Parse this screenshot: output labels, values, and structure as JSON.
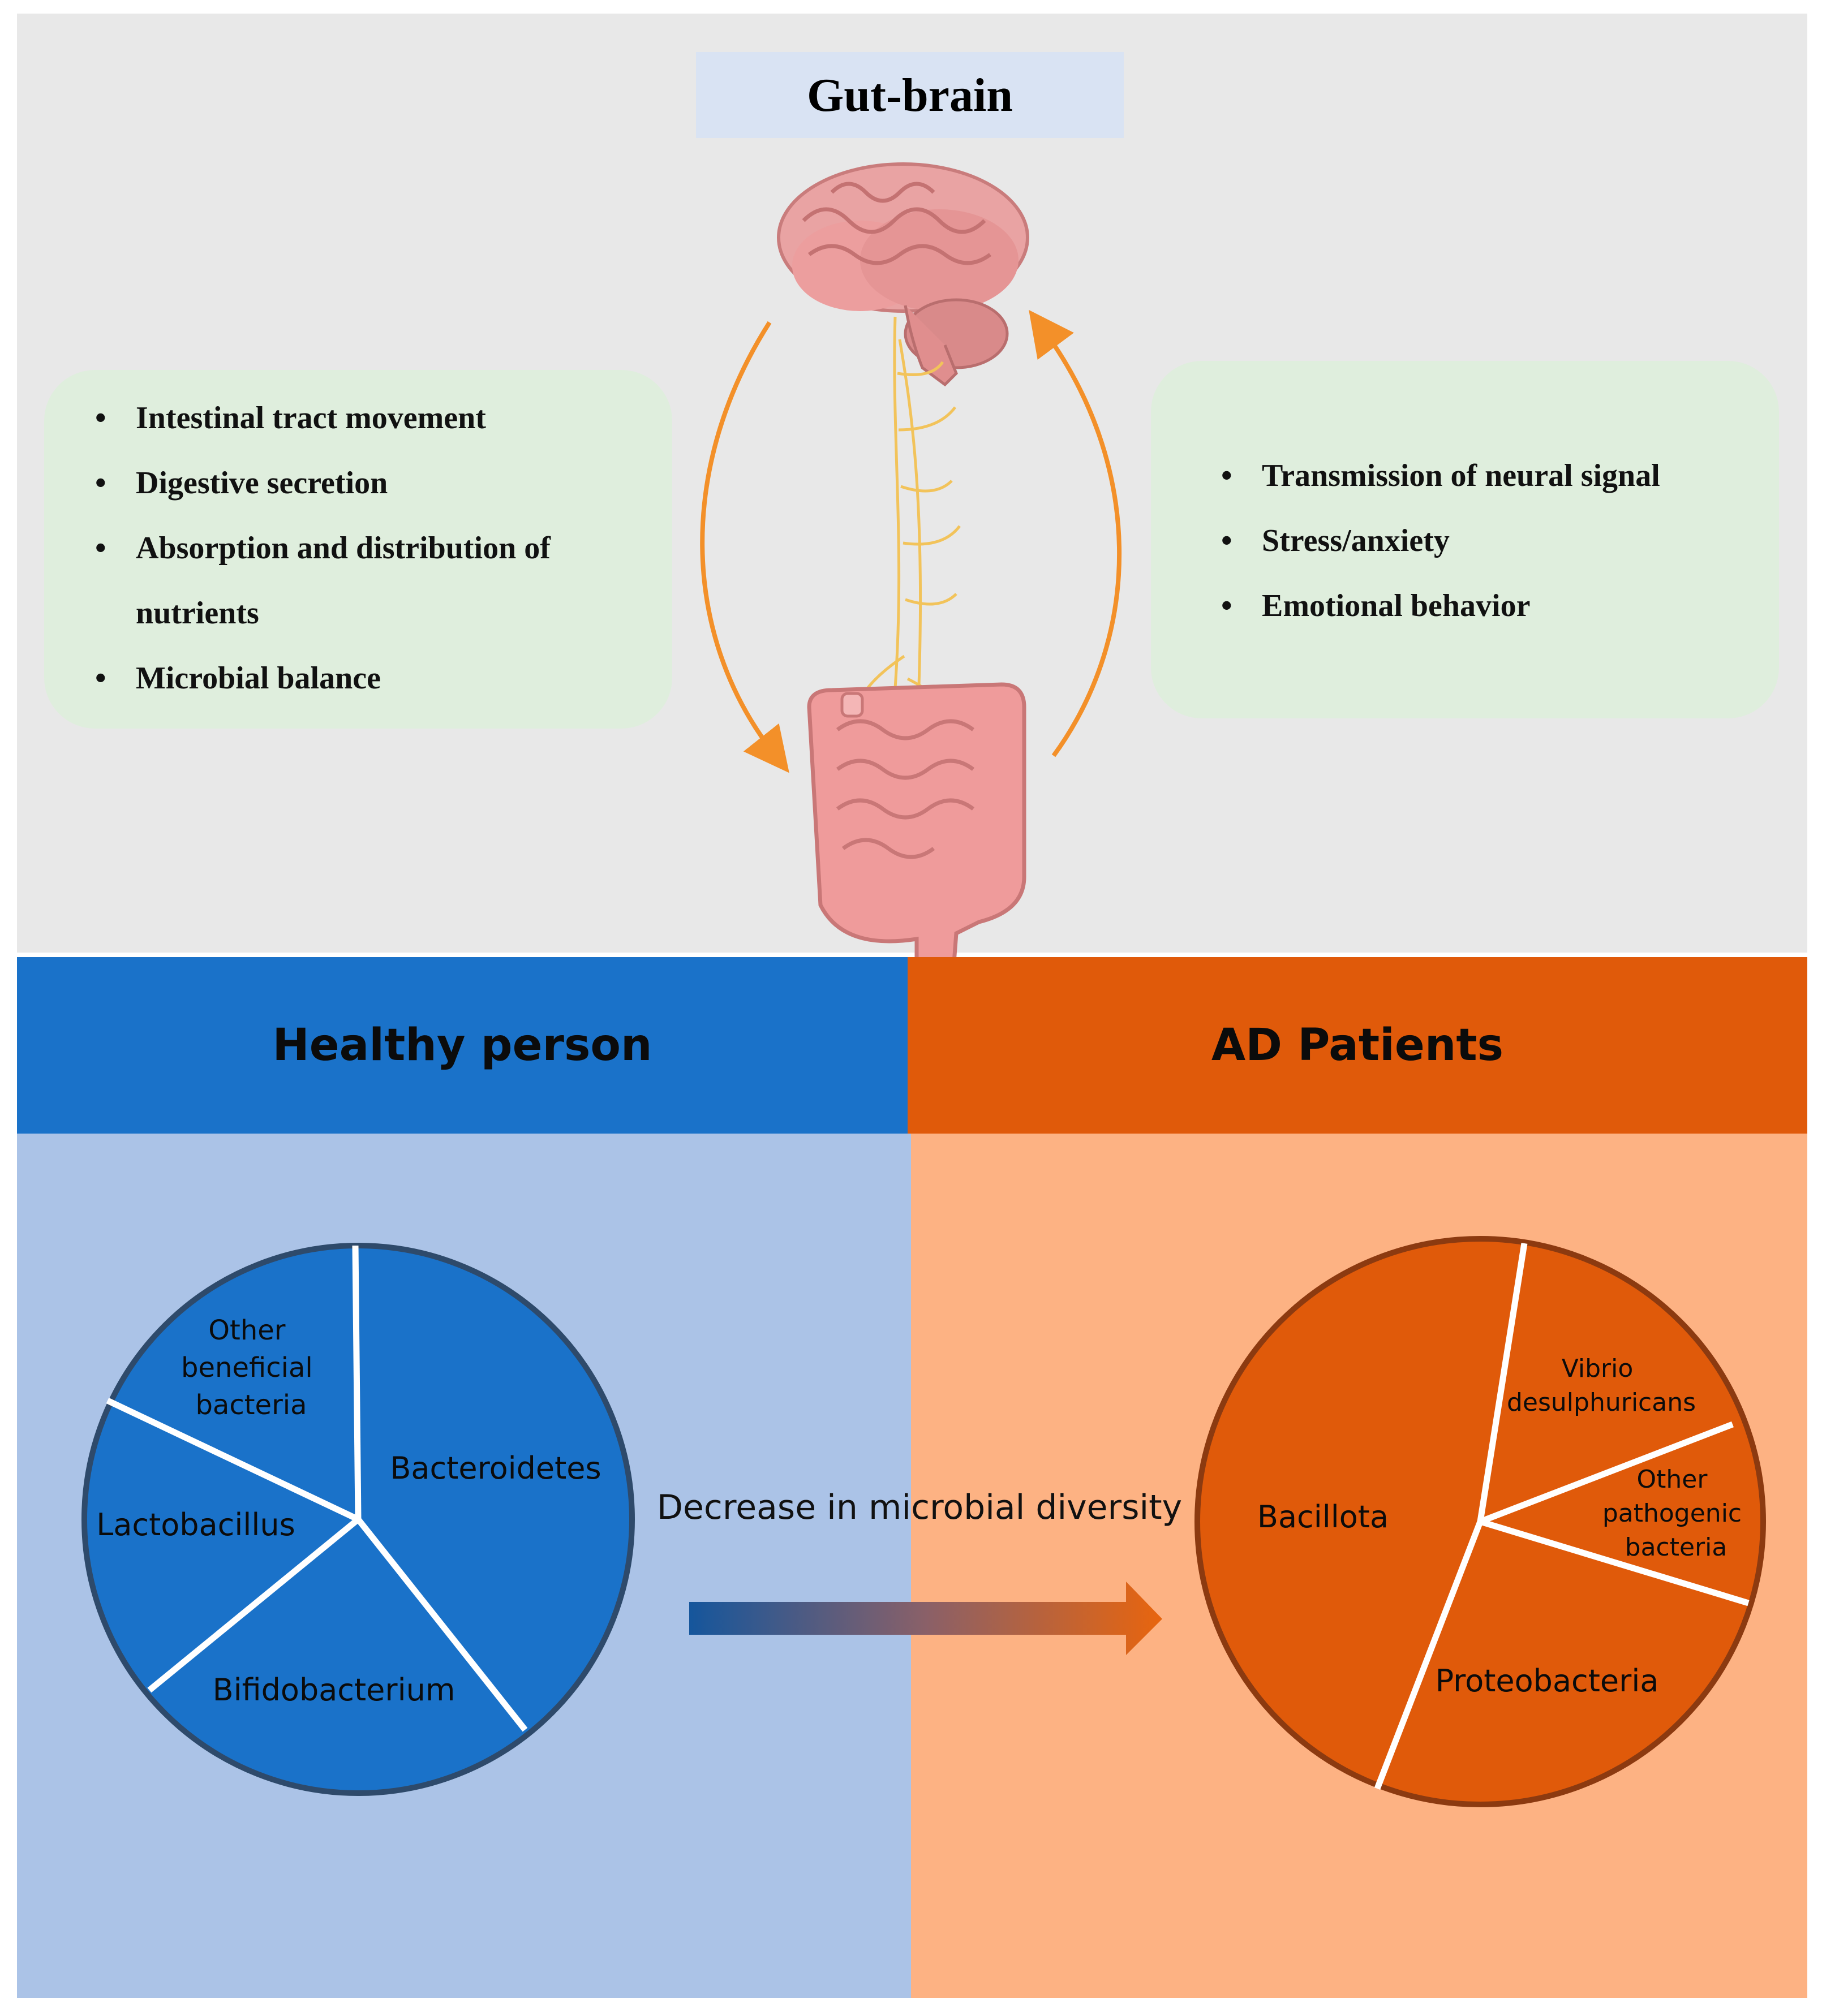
{
  "title": "Gut-brain",
  "left_functions": [
    "Intestinal tract movement",
    "Digestive secretion",
    "Absorption and distribution of",
    "nutrients",
    "Microbial balance"
  ],
  "right_functions": [
    "Transmission of neural signal",
    "Stress/anxiety",
    "Emotional behavior"
  ],
  "bullet_symbol": "•",
  "healthy": {
    "header": "Healthy person",
    "slices": {
      "other": [
        "Other",
        "beneficial",
        "bacteria"
      ],
      "bacteroidetes": "Bacteroidetes",
      "lactobacillus": "Lactobacillus",
      "bifidobacterium": "Bifidobacterium"
    }
  },
  "ad": {
    "header": "AD Patients",
    "slices": {
      "vibrio": [
        "Vibrio",
        "desulphuricans"
      ],
      "other": [
        "Other",
        "pathogenic",
        "bacteria"
      ],
      "bacillota": "Bacillota",
      "proteobacteria": "Proteobacteria"
    }
  },
  "transition_label": "Decrease in microbial diversity",
  "colors": {
    "healthy_header": "#1a72c9",
    "healthy_panel": "#abc3e7",
    "ad_header": "#e05a0a",
    "ad_panel": "#fdb283",
    "arrow": "#f39029",
    "function_box": "#dfeedd"
  },
  "icons": [
    "brain-icon",
    "spinal-nerve-icon",
    "intestine-icon"
  ]
}
